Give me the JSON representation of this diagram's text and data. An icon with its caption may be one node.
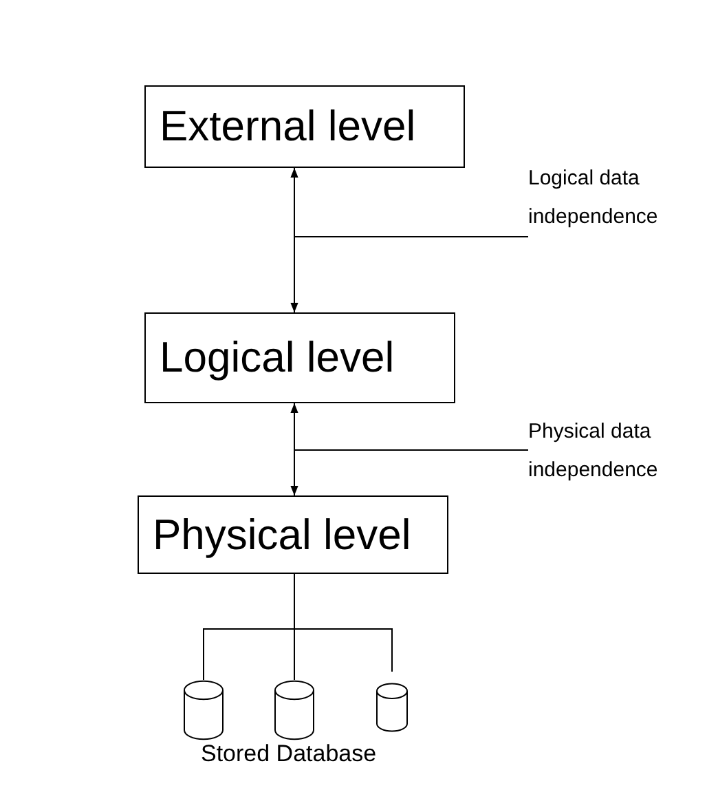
{
  "diagram": {
    "nodes": [
      {
        "text": [
          "External level"
        ]
      },
      {
        "text": [
          "Logical level"
        ]
      },
      {
        "text": [
          "Physical level"
        ]
      },
      {
        "text": [],
        "shape": "cylinder"
      },
      {
        "text": [],
        "shape": "cylinder"
      },
      {
        "text": [],
        "shape": "cylinder"
      },
      {
        "text": [
          "Logical data independence"
        ]
      },
      {
        "text": [
          "Physical data independence"
        ]
      }
    ],
    "edges": [
      {
        "from": 0,
        "to": 1,
        "arrow": "both"
      },
      {
        "from": 1,
        "to": 2,
        "arrow": "both"
      },
      {
        "from": 2,
        "to": 3,
        "arrow": "none"
      },
      {
        "from": 2,
        "to": 4,
        "arrow": "none"
      },
      {
        "from": 2,
        "to": 5,
        "arrow": "none"
      },
      {
        "from": 6,
        "to": null,
        "arrow": "none"
      },
      {
        "from": 7,
        "to": null,
        "arrow": "none"
      }
    ],
    "labels": [
      "Stored Database"
    ]
  }
}
